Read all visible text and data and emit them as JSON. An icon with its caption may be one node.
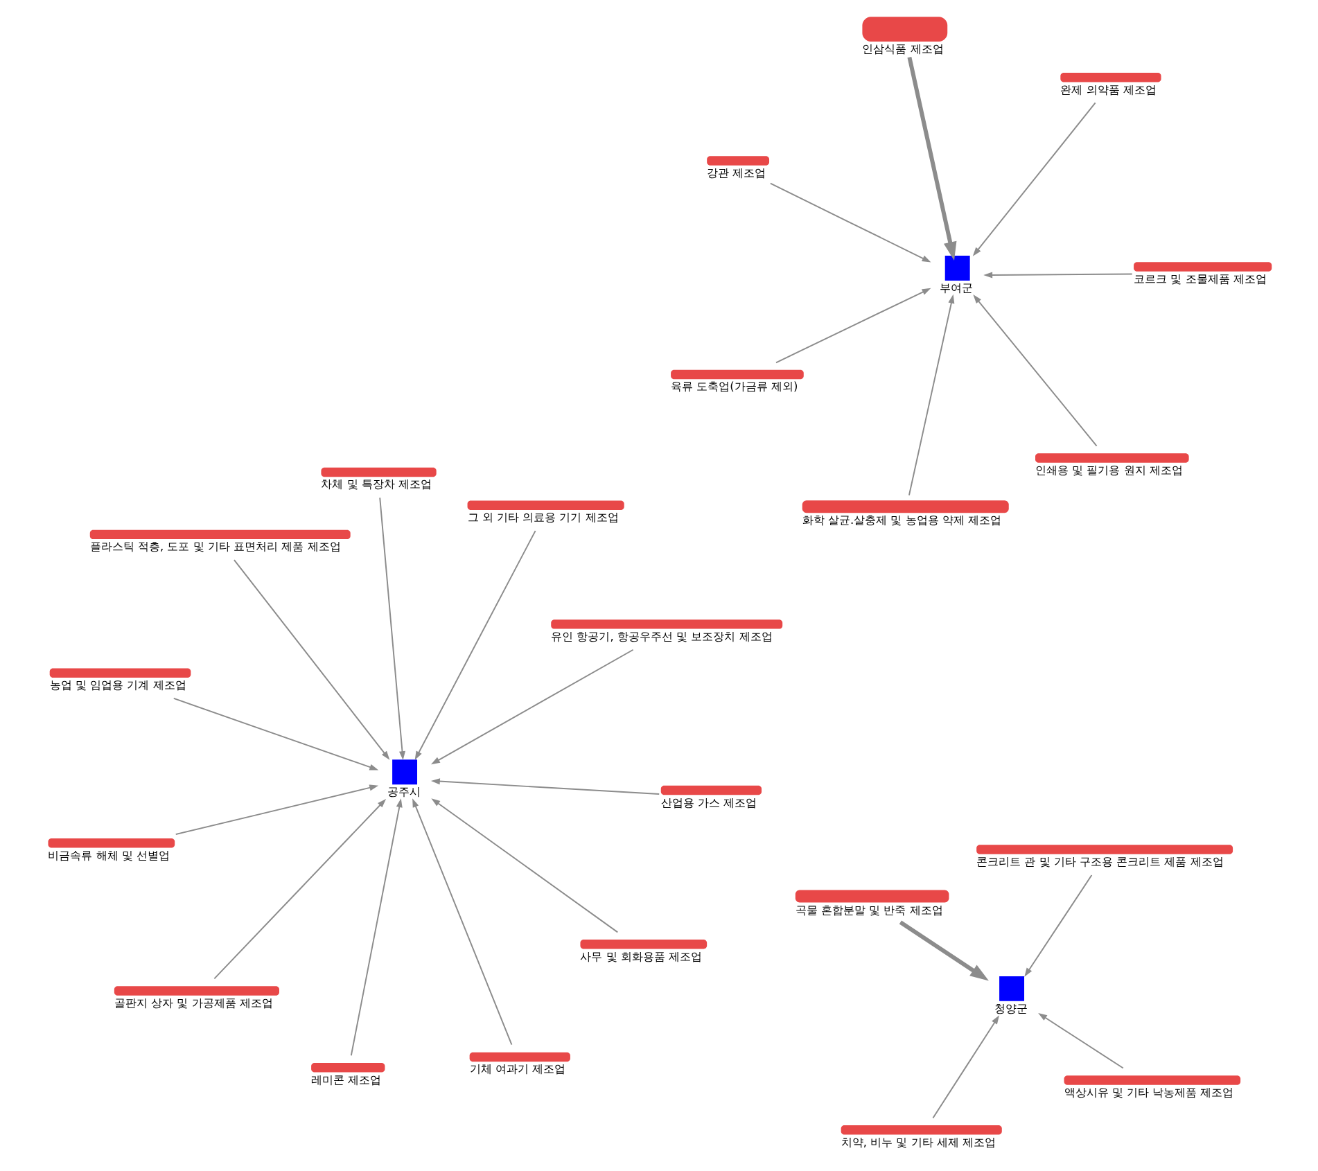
{
  "diagram": {
    "nodes": [
      {
        "text": [
          "공주시"
        ]
      },
      {
        "text": [
          "유인 항공기, 항공우주선 및 보조장치 제조업"
        ]
      },
      {
        "text": [
          "레미콘 제조업"
        ]
      },
      {
        "text": [
          "플라스틱 적층, 도포 및 기타 표면처리 제품 제조업"
        ]
      },
      {
        "text": [
          "그 외 기타 의료용 기기 제조업"
        ]
      },
      {
        "text": [
          "차체 및 특장차 제조업"
        ]
      },
      {
        "text": [
          "비금속류 해체 및 선별업"
        ]
      },
      {
        "text": [
          "산업용 가스 제조업"
        ]
      },
      {
        "text": [
          "골판지 상자 및 가공제품 제조업"
        ]
      },
      {
        "text": [
          "기체 여과기 제조업"
        ]
      },
      {
        "text": [
          "사무 및 회화용품 제조업"
        ]
      },
      {
        "text": [
          "농업 및 임업용 기계 제조업"
        ]
      },
      {
        "text": [
          "청양군"
        ]
      },
      {
        "text": [
          "액상시유 및 기타 낙농제품 제조업"
        ]
      },
      {
        "text": [
          "치약, 비누 및 기타 세제 제조업"
        ]
      },
      {
        "text": [
          "곡물 혼합분말 및 반죽 제조업"
        ]
      },
      {
        "text": [
          "콘크리트 관 및 기타 구조용 콘크리트 제품 제조업"
        ]
      },
      {
        "text": [
          "부여군"
        ]
      },
      {
        "text": [
          "코르크 및 조물제품 제조업"
        ]
      },
      {
        "text": [
          "화학 살균.살충제 및 농업용 약제 제조업"
        ]
      },
      {
        "text": [
          "강관 제조업"
        ]
      },
      {
        "text": [
          "완제 의약품 제조업"
        ]
      },
      {
        "text": [
          "인삼식품 제조업"
        ]
      },
      {
        "text": [
          "육류 도축업(가금류 제외)"
        ]
      },
      {
        "text": [
          "인쇄용 및 필기용 원지 제조업"
        ]
      }
    ],
    "edges": [
      {
        "from": 1,
        "to": 0,
        "arrow": "to"
      },
      {
        "from": 2,
        "to": 0,
        "arrow": "to"
      },
      {
        "from": 3,
        "to": 0,
        "arrow": "to"
      },
      {
        "from": 4,
        "to": 0,
        "arrow": "to"
      },
      {
        "from": 5,
        "to": 0,
        "arrow": "to"
      },
      {
        "from": 6,
        "to": 0,
        "arrow": "to"
      },
      {
        "from": 7,
        "to": 0,
        "arrow": "to"
      },
      {
        "from": 8,
        "to": 0,
        "arrow": "to"
      },
      {
        "from": 9,
        "to": 0,
        "arrow": "to"
      },
      {
        "from": 10,
        "to": 0,
        "arrow": "to"
      },
      {
        "from": 11,
        "to": 0,
        "arrow": "to"
      },
      {
        "from": 13,
        "to": 12,
        "arrow": "to"
      },
      {
        "from": 14,
        "to": 12,
        "arrow": "to"
      },
      {
        "from": 15,
        "to": 12,
        "arrow": "to",
        "style": "thick"
      },
      {
        "from": 16,
        "to": 12,
        "arrow": "to"
      },
      {
        "from": 18,
        "to": 17,
        "arrow": "to"
      },
      {
        "from": 19,
        "to": 17,
        "arrow": "to"
      },
      {
        "from": 20,
        "to": 17,
        "arrow": "to"
      },
      {
        "from": 21,
        "to": 17,
        "arrow": "to"
      },
      {
        "from": 22,
        "to": 17,
        "arrow": "to",
        "style": "thick"
      },
      {
        "from": 23,
        "to": 17,
        "arrow": "to"
      },
      {
        "from": 24,
        "to": 17,
        "arrow": "to"
      }
    ]
  }
}
